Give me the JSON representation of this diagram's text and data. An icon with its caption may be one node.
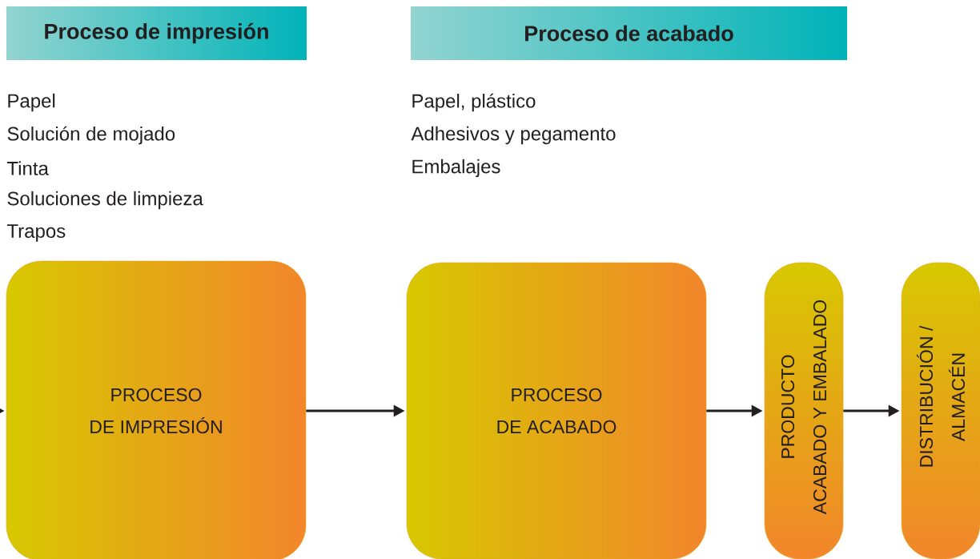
{
  "diagram": {
    "nodes": [
      {
        "text": [
          "Proceso de impresión"
        ]
      },
      {
        "text": [
          "Proceso de acabado"
        ]
      },
      {
        "text": [
          "PROCESO DE IMPRESIÓN"
        ]
      },
      {
        "text": [
          "PROCESO DE ACABADO"
        ]
      },
      {
        "text": [
          "PRODUCTO ACABADO Y EMBALADO"
        ]
      },
      {
        "text": [
          "DISTRIBUCIÓN / ALMACÉN"
        ]
      }
    ],
    "edges": [
      {
        "from": null,
        "to": 2,
        "arrow": "to"
      },
      {
        "from": 2,
        "to": 3,
        "arrow": "to"
      },
      {
        "from": 3,
        "to": 4,
        "arrow": "to"
      },
      {
        "from": 4,
        "to": 5,
        "arrow": "to"
      }
    ],
    "labels": [
      "Papel",
      "Solución de mojado",
      "Tinta",
      "Soluciones de limpieza",
      "Trapos",
      "Papel, plástico",
      "Adhesivos y pegamento",
      "Embalajes"
    ]
  }
}
